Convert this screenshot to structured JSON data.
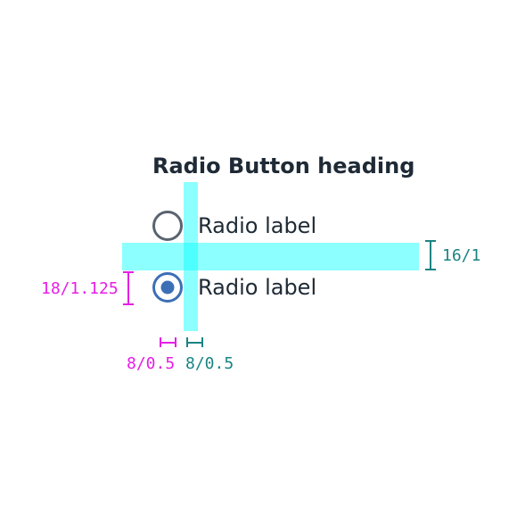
{
  "heading": "Radio Button heading",
  "radios": [
    {
      "label": "Radio label",
      "checked": false
    },
    {
      "label": "Radio label",
      "checked": true
    }
  ],
  "annotations": {
    "vertical_gap": "16/1",
    "radio_size": "18/1.125",
    "left_gap": "8/0.5",
    "right_gap": "8/0.5"
  },
  "colors": {
    "text": "#1e2a35",
    "radio_unchecked_border": "#5a6470",
    "radio_checked": "#3d6fb6",
    "overlay": "#00ffff",
    "teal_annotation": "#1b8383",
    "magenta_annotation": "#e61ee6"
  },
  "icons": {
    "unchecked": "radio-unchecked-icon",
    "checked": "radio-checked-icon"
  }
}
